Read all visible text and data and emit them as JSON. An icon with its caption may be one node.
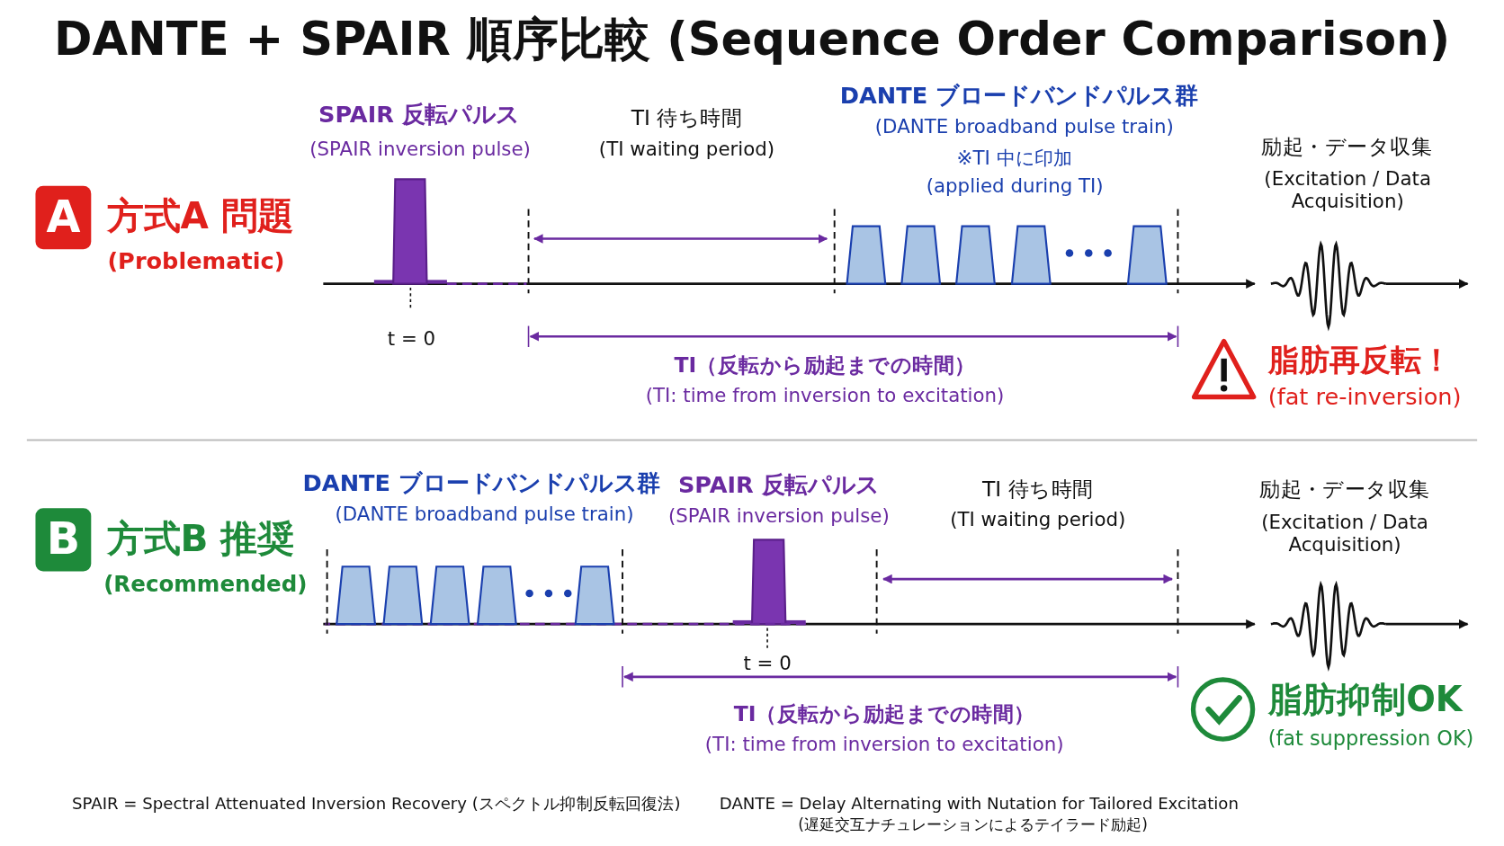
{
  "diagram": {
    "title": "DANTE + SPAIR 順序比較 (Sequence Order Comparison)",
    "nodes": [
      {
        "text": [
          "A"
        ]
      },
      {
        "text": [
          "B"
        ]
      }
    ],
    "labels": [
      "方式A 問題",
      "(Problematic)",
      "SPAIR 反転パルス",
      "(SPAIR inversion pulse)",
      "TI 待ち時間",
      "(TI waiting period)",
      "DANTE ブロードバンドパルス群",
      "(DANTE broadband pulse train)",
      "※TI 中に印加",
      "(applied during TI)",
      "励起・データ収集",
      "(Excitation / Data Acquisition)",
      "t = 0",
      "TI（反転から励起までの時間）",
      "(TI: time from inversion to excitation)",
      "脂肪再反転！",
      "(fat re-inversion)",
      "方式B 推奨",
      "(Recommended)",
      "DANTE ブロードバンドパルス群",
      "(DANTE broadband pulse train)",
      "SPAIR 反転パルス",
      "(SPAIR inversion pulse)",
      "TI 待ち時間",
      "(TI waiting period)",
      "励起・データ収集",
      "(Excitation / Data Acquisition)",
      "t = 0",
      "TI（反転から励起までの時間）",
      "(TI: time from inversion to excitation)",
      "脂肪抑制OK",
      "(fat suppression OK)",
      "SPAIR = Spectral Attenuated Inversion Recovery (スペクトル抑制反転回復法)",
      "DANTE = Delay Alternating with Nutation for Tailored Excitation",
      "(遅延交互ナチュレーションによるテイラード励起)"
    ]
  }
}
